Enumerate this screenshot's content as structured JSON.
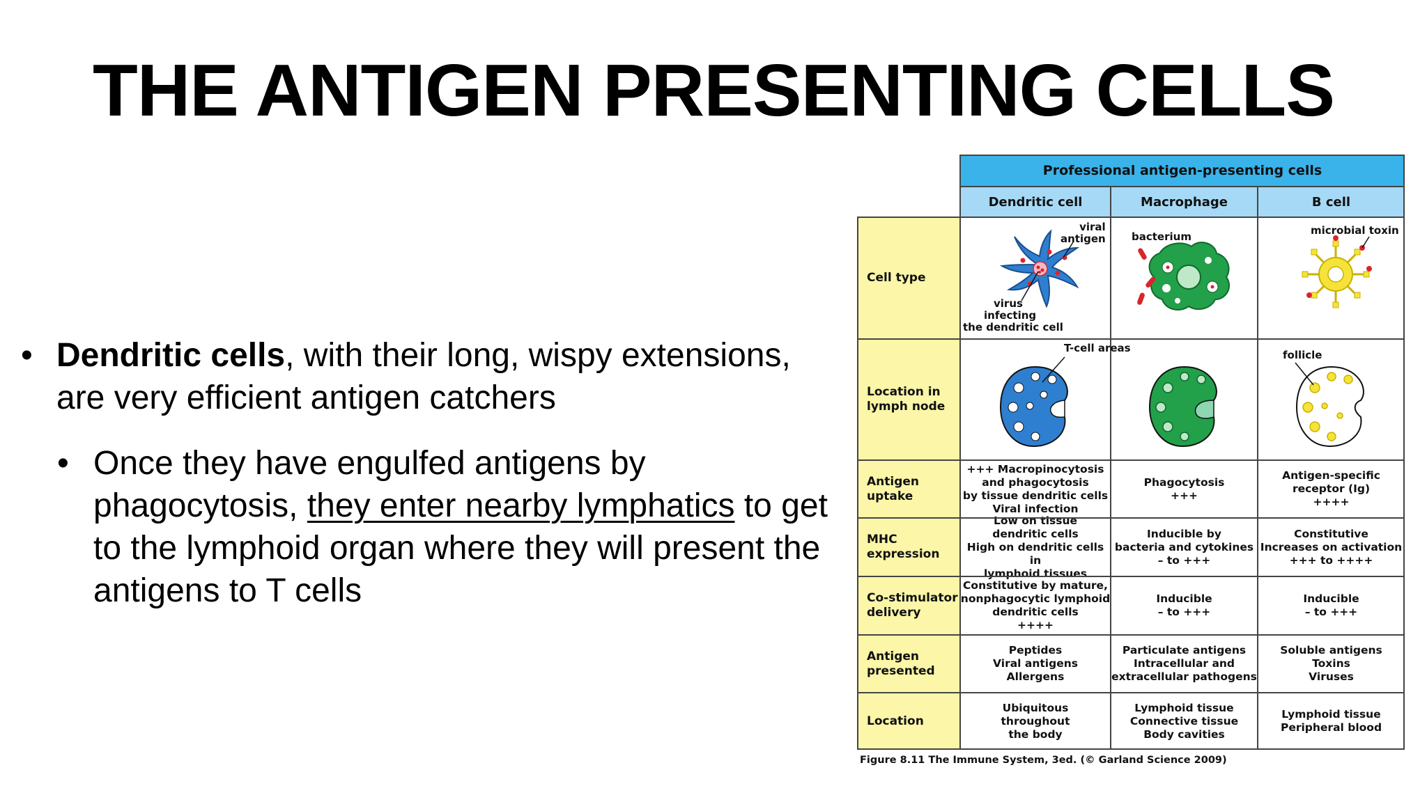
{
  "title": "THE ANTIGEN PRESENTING CELLS",
  "bullet1": {
    "bold": "Dendritic cells",
    "rest": ", with their long, wispy extensions, are very efficient antigen catchers"
  },
  "bullet2": {
    "pre": "Once they have engulfed antigens by phagocytosis, ",
    "underlined": "they enter nearby lymphatics",
    "post": " to get to the lymphoid organ where they will present the antigens to T cells"
  },
  "table": {
    "header": "Professional antigen-presenting cells",
    "columns": [
      "Dendritic cell",
      "Macrophage",
      "B cell"
    ],
    "rows": [
      {
        "label": [
          "Cell type"
        ],
        "cells": [
          [],
          [],
          []
        ]
      },
      {
        "label": [
          "Location in",
          "lymph node"
        ],
        "cells": [
          [],
          [],
          []
        ]
      },
      {
        "label": [
          "Antigen",
          "uptake"
        ],
        "cells": [
          [
            "+++ Macropinocytosis",
            "and phagocytosis",
            "by tissue dendritic cells",
            "Viral infection"
          ],
          [
            "Phagocytosis",
            "+++"
          ],
          [
            "Antigen-specific",
            "receptor (Ig)",
            "++++"
          ]
        ]
      },
      {
        "label": [
          "MHC",
          "expression"
        ],
        "cells": [
          [
            "Low on tissue",
            "dendritic cells",
            "High on dendritic cells in",
            "lymphoid tissues"
          ],
          [
            "Inducible by",
            "bacteria and cytokines",
            "– to +++"
          ],
          [
            "Constitutive",
            "Increases on activation",
            "+++ to ++++"
          ]
        ]
      },
      {
        "label": [
          "Co-stimulator",
          "delivery"
        ],
        "cells": [
          [
            "Constitutive by mature,",
            "nonphagocytic lymphoid",
            "dendritic cells",
            "++++"
          ],
          [
            "Inducible",
            "– to +++"
          ],
          [
            "Inducible",
            "– to +++"
          ]
        ]
      },
      {
        "label": [
          "Antigen",
          "presented"
        ],
        "cells": [
          [
            "Peptides",
            "Viral antigens",
            "Allergens"
          ],
          [
            "Particulate antigens",
            "Intracellular and",
            "extracellular pathogens"
          ],
          [
            "Soluble antigens",
            "Toxins",
            "Viruses"
          ]
        ]
      },
      {
        "label": [
          "Location"
        ],
        "cells": [
          [
            "Ubiquitous",
            "throughout",
            "the body"
          ],
          [
            "Lymphoid tissue",
            "Connective tissue",
            "Body cavities"
          ],
          [
            "Lymphoid tissue",
            "Peripheral blood"
          ]
        ]
      }
    ],
    "image_labels": {
      "viral_antigen": [
        "viral",
        "antigen"
      ],
      "virus_infecting": [
        "virus",
        "infecting",
        "the dendritic cell"
      ],
      "bacterium": "bacterium",
      "microbial_toxin": "microbial toxin",
      "t_cell_areas": "T-cell areas",
      "follicle": "follicle"
    },
    "caption": "Figure 8.11 The Immune System, 3ed. (© Garland Science 2009)"
  },
  "colors": {
    "header_blue": "#39b3ea",
    "subheader_blue": "#a6d9f5",
    "row_label_yellow": "#fbf6a8",
    "dendritic_blue": "#2f7fd0",
    "macrophage_green": "#22a04a",
    "bcell_yellow": "#f5e33a",
    "antigen_red": "#d9262c"
  }
}
